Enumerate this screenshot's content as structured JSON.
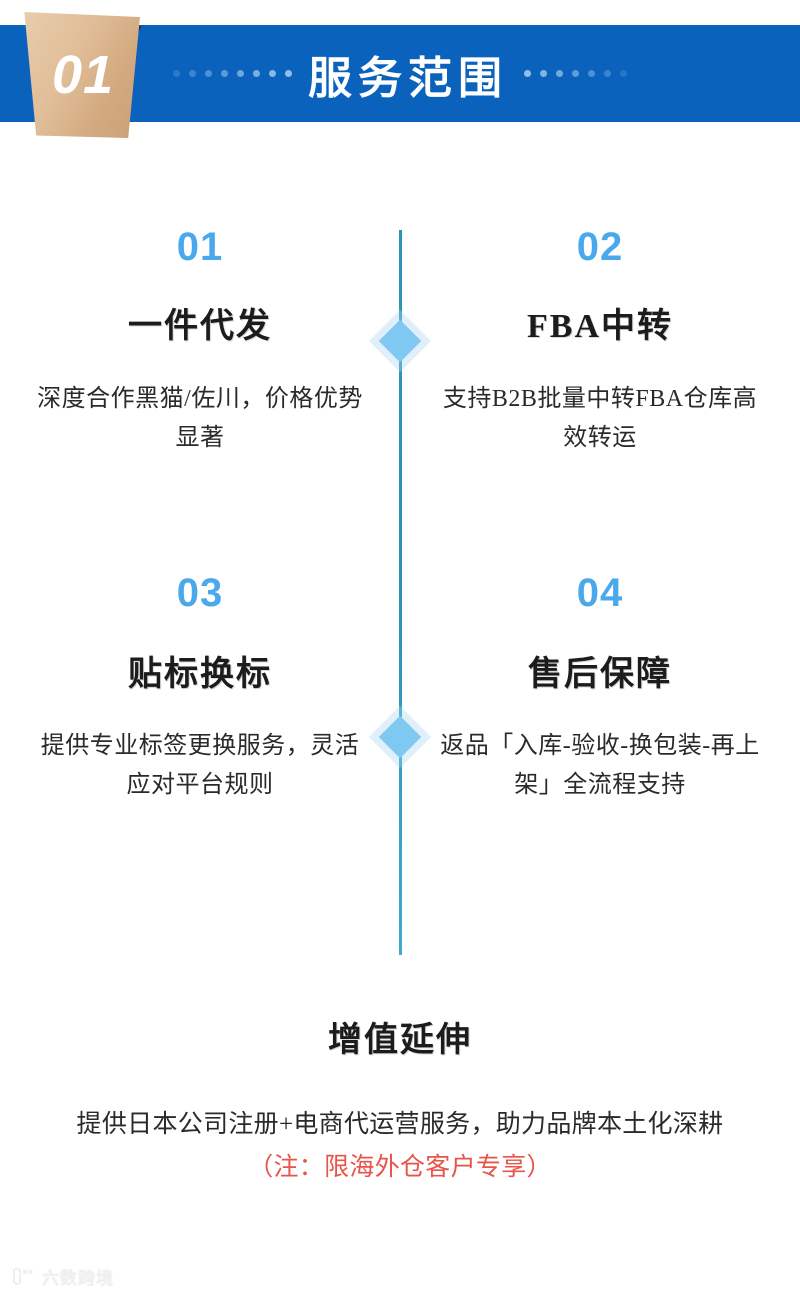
{
  "header": {
    "badge_number": "01",
    "title": "服务范围",
    "left_dots": 8,
    "right_dots": 7,
    "band_color": "#0B62BC",
    "badge_color": "#DFBD97",
    "dot_color": "#8FBFE8"
  },
  "divider": {
    "line_color": "#2F93B8",
    "diamond_color": "#7EC8F2",
    "diamond_count": 2
  },
  "features": [
    {
      "number": "01",
      "title": "一件代发",
      "desc": "深度合作黑猫/佐川，价格优势显著"
    },
    {
      "number": "02",
      "title": "FBA中转",
      "desc": "支持B2B批量中转FBA仓库高效转运"
    },
    {
      "number": "03",
      "title": "贴标换标",
      "desc": "提供专业标签更换服务，灵活应对平台规则"
    },
    {
      "number": "04",
      "title": "售后保障",
      "desc": "返品「入库-验收-换包装-再上架」全流程支持"
    }
  ],
  "number_color": "#49A9EC",
  "bottom": {
    "title": "增值延伸",
    "desc_main": "提供日本公司注册+电商代运营服务，助力品牌本土化深耕 ",
    "desc_note": "（注：限海外仓客户专享）",
    "note_color": "#E8544A"
  },
  "watermark": {
    "text": "六数跨境"
  }
}
